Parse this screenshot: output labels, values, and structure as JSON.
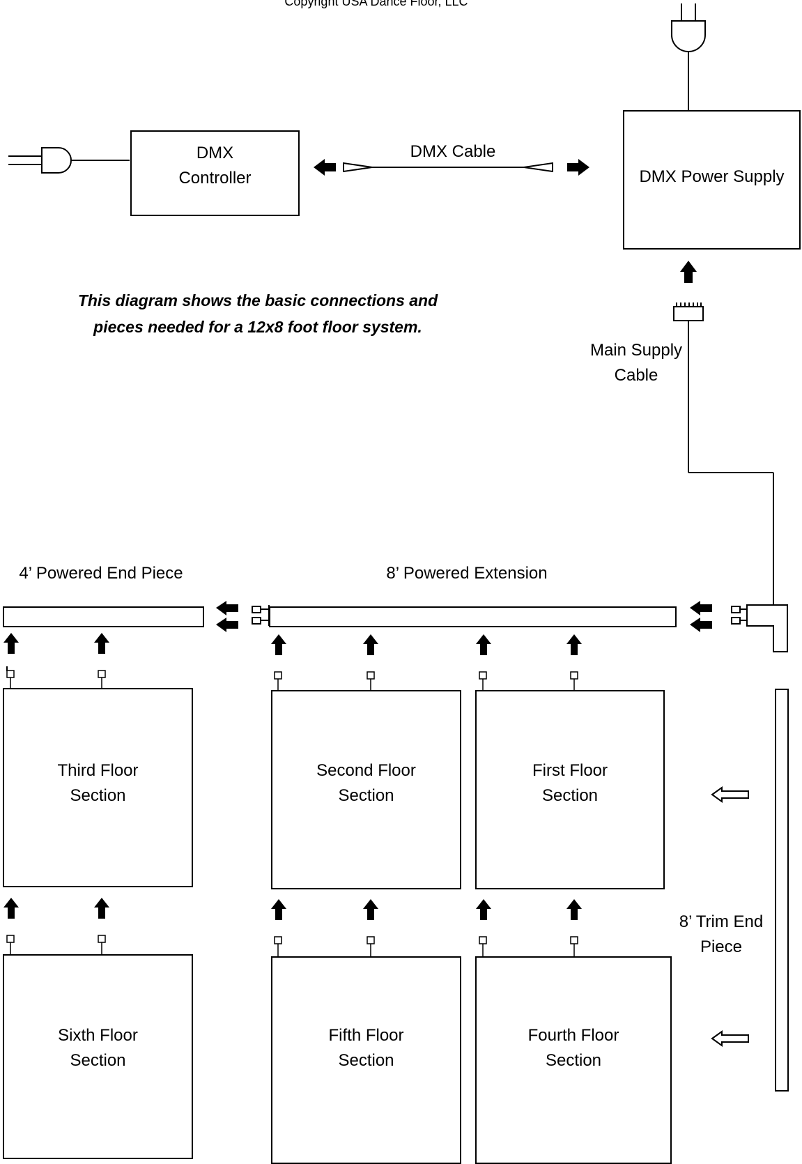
{
  "header": {
    "copyright": "Copyright USA Dance Floor, LLC"
  },
  "note": {
    "text": "This diagram shows the basic connections and\npieces needed for a 12x8 foot floor system."
  },
  "components": {
    "dmx_controller": "DMX\nController",
    "dmx_cable": "DMX Cable",
    "dmx_power_supply": "DMX Power Supply",
    "main_supply_cable": "Main Supply\nCable",
    "powered_end_piece": "4’ Powered End Piece",
    "powered_extension": "8’ Powered Extension",
    "trim_end_piece": "8’ Trim End\nPiece"
  },
  "floor_sections": {
    "first": "First Floor\nSection",
    "second": "Second Floor\nSection",
    "third": "Third Floor\nSection",
    "fourth": "Fourth Floor\nSection",
    "fifth": "Fifth Floor\nSection",
    "sixth": "Sixth Floor\nSection"
  }
}
